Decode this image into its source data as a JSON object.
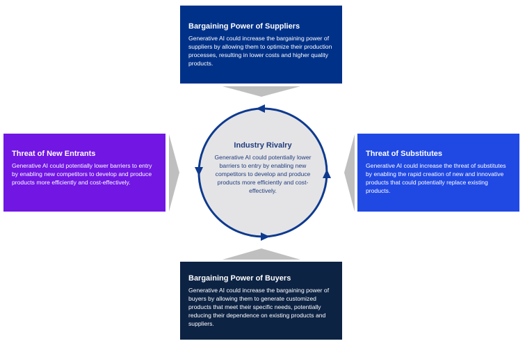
{
  "colors": {
    "suppliers": "#003189",
    "entrants": "#7116e3",
    "substitutes": "#2049e3",
    "buyers": "#0d2344",
    "circle_fill": "#e4e4e6",
    "circle_stroke": "#0e3a8f",
    "chevron": "#bfbfbf"
  },
  "suppliers": {
    "title": "Bargaining Power of Suppliers",
    "desc": "Generative AI could increase the bargaining power of suppliers by allowing them to optimize their production processes, resulting in lower costs and higher quality products."
  },
  "entrants": {
    "title": "Threat of New Entrants",
    "desc": "Generative AI could potentially lower barriers to entry by enabling new competitors to develop and produce products more efficiently and cost-effectively."
  },
  "substitutes": {
    "title": "Threat of Substitutes",
    "desc": "Generative AI could increase the threat of substitutes by enabling the rapid creation of new and innovative products that could potentially replace existing products."
  },
  "buyers": {
    "title": "Bargaining Power of Buyers",
    "desc": "Generative AI could increase the bargaining power of buyers by allowing them to generate customized products that meet their specific needs, potentially reducing their dependence on existing products and suppliers."
  },
  "rivalry": {
    "title": "Industry Rivalry",
    "desc": "Generative AI could potentially lower barriers to entry by enabling new competitors to develop and produce products more efficiently and cost-effectively."
  }
}
